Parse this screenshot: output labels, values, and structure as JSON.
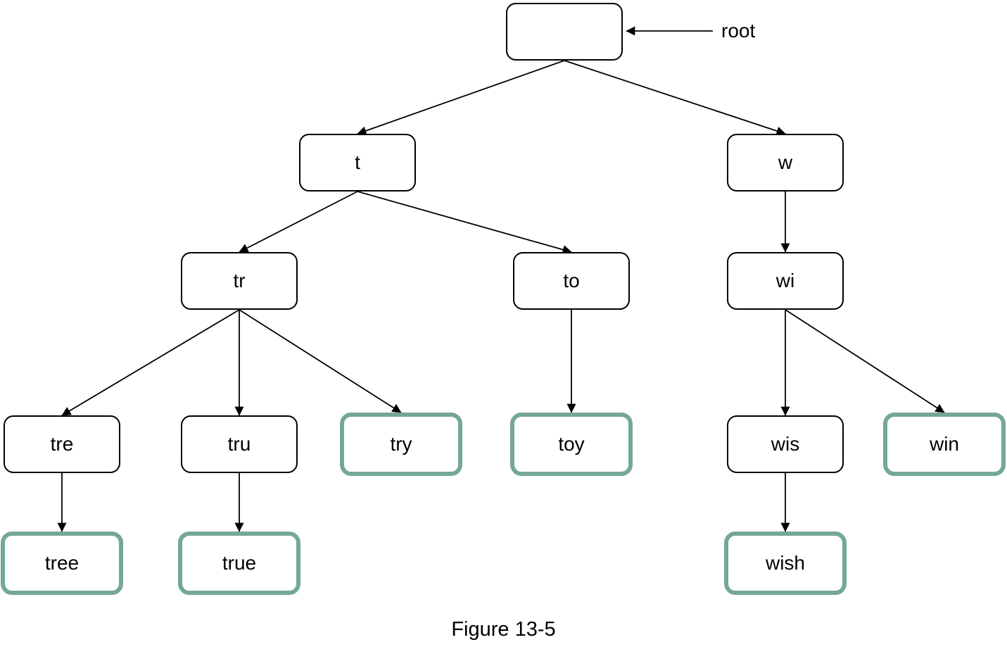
{
  "figure": {
    "caption": "Figure 13-5",
    "root_pointer_label": "root"
  },
  "colors": {
    "background": "#ffffff",
    "node_fill": "#ffffff",
    "node_border": "#000000",
    "word_end_border": "#74A79A",
    "edge": "#000000",
    "text": "#000000"
  },
  "tree": {
    "type": "trie",
    "nodes": [
      {
        "id": "root",
        "label": "",
        "word_end": false
      },
      {
        "id": "t",
        "label": "t",
        "word_end": false
      },
      {
        "id": "w",
        "label": "w",
        "word_end": false
      },
      {
        "id": "tr",
        "label": "tr",
        "word_end": false
      },
      {
        "id": "to",
        "label": "to",
        "word_end": false
      },
      {
        "id": "wi",
        "label": "wi",
        "word_end": false
      },
      {
        "id": "tre",
        "label": "tre",
        "word_end": false
      },
      {
        "id": "tru",
        "label": "tru",
        "word_end": false
      },
      {
        "id": "try",
        "label": "try",
        "word_end": true
      },
      {
        "id": "toy",
        "label": "toy",
        "word_end": true
      },
      {
        "id": "wis",
        "label": "wis",
        "word_end": false
      },
      {
        "id": "win",
        "label": "win",
        "word_end": true
      },
      {
        "id": "tree",
        "label": "tree",
        "word_end": true
      },
      {
        "id": "true",
        "label": "true",
        "word_end": true
      },
      {
        "id": "wish",
        "label": "wish",
        "word_end": true
      }
    ],
    "edges": [
      {
        "from": "root",
        "to": "t"
      },
      {
        "from": "root",
        "to": "w"
      },
      {
        "from": "t",
        "to": "tr"
      },
      {
        "from": "t",
        "to": "to"
      },
      {
        "from": "tr",
        "to": "tre"
      },
      {
        "from": "tr",
        "to": "tru"
      },
      {
        "from": "tr",
        "to": "try"
      },
      {
        "from": "to",
        "to": "toy"
      },
      {
        "from": "w",
        "to": "wi"
      },
      {
        "from": "wi",
        "to": "wis"
      },
      {
        "from": "wi",
        "to": "win"
      },
      {
        "from": "tre",
        "to": "tree"
      },
      {
        "from": "tru",
        "to": "true"
      },
      {
        "from": "wis",
        "to": "wish"
      }
    ]
  }
}
